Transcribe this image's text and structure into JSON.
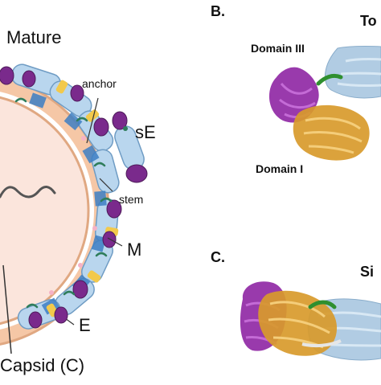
{
  "left_panel": {
    "title": "Mature",
    "labels": {
      "anchor": "anchor",
      "sE": "sE",
      "stem": "stem",
      "M": "M",
      "E": "E",
      "capsid": "Capsid (C)"
    }
  },
  "panel_b": {
    "letter": "B.",
    "title_fragment": "To",
    "domain_iii": "Domain III",
    "domain_i": "Domain I"
  },
  "panel_c": {
    "letter": "C.",
    "title_fragment": "Si"
  },
  "colors": {
    "capsid_fill": "#fbe5dc",
    "membrane": "#f5c7a6",
    "e_protein": "#b9d6ee",
    "domain_purple": "#7a2a8c",
    "m_protein": "#3d7fc4",
    "yellow": "#f2c94c",
    "green": "#2e7d5b",
    "pink_dots": "#f6b2c6",
    "ribbon_purple": "#8b1fa0",
    "ribbon_gold": "#d89a2b",
    "ribbon_blue": "#a9c7e0",
    "ribbon_green": "#2f8f2f"
  }
}
